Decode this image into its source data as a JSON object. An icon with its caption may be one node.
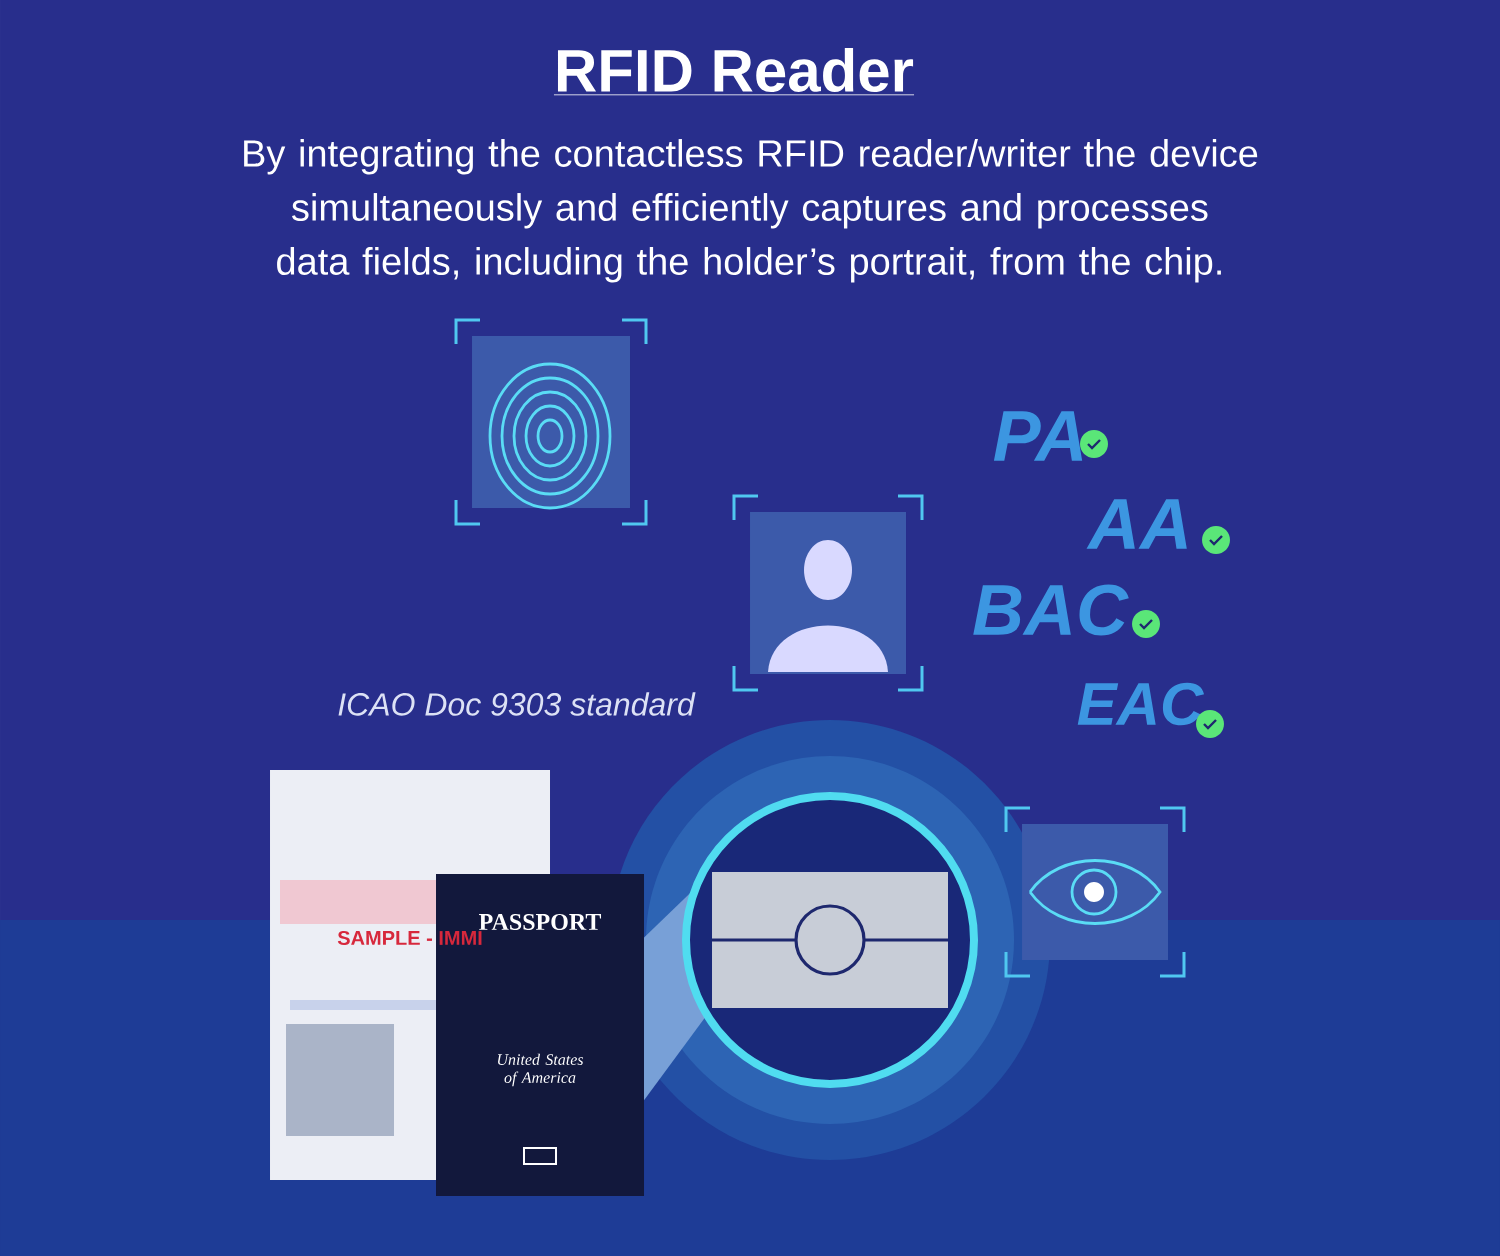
{
  "diagram": {
    "title": "RFID Reader",
    "caption": "By integrating the contactless RFID reader/writer the device simultaneously and efficiently captures and processes data fields, including the holder’s portrait, from the chip.",
    "labels": [
      "PA",
      "AA",
      "BAC",
      "ICAO Doc 9303 standard",
      "EAC",
      "SAMPLE - IMMI",
      "PASSPORT",
      "United States of America"
    ]
  }
}
